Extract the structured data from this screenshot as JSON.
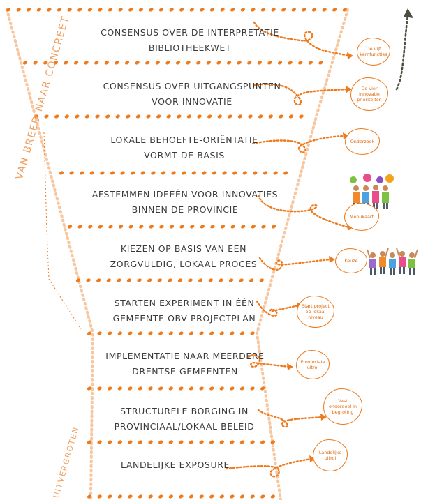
{
  "side_labels": {
    "top": "VAN BREED NAAR CONCREET",
    "bottom": "UITVERGROTEN"
  },
  "colors": {
    "accent": "#ee7a1c",
    "funnel_edge": "#f6c7a0",
    "dark_arrow": "#4a5040",
    "text": "#3a3a3a"
  },
  "steps": [
    {
      "line1": "CONSENSUS OVER DE INTERPRETATIE",
      "line2": "BIBLIOTHEEKWET"
    },
    {
      "line1": "CONSENSUS OVER UITGANGSPUNTEN",
      "line2": "VOOR INNOVATIE"
    },
    {
      "line1": "LOKALE BEHOEFTE-ORIËNTATIE",
      "line2": "VORMT DE BASIS"
    },
    {
      "line1": "AFSTEMMEN IDEEËN VOOR INNOVATIES",
      "line2": "BINNEN DE PROVINCIE"
    },
    {
      "line1": "KIEZEN OP BASIS VAN EEN",
      "line2": "ZORGVULDIG, LOKAAL PROCES"
    },
    {
      "line1": "STARTEN EXPERIMENT IN ÉÉN",
      "line2": "GEMEENTE OBV PROJECTPLAN"
    },
    {
      "line1": "IMPLEMENTATIE NAAR MEERDERE",
      "line2": "DRENTSE GEMEENTEN"
    },
    {
      "line1": "STRUCTURELE BORGING IN",
      "line2": "PROVINCIAAL/LOKAAL BELEID"
    },
    {
      "line1": "LANDELIJKE EXPOSURE",
      "line2": ""
    }
  ],
  "bubbles": [
    {
      "lines": [
        "De vijf",
        "kernfuncties"
      ]
    },
    {
      "lines": [
        "De vier",
        "innovatie",
        "prioriteiten"
      ]
    },
    {
      "lines": [
        "Onderzoek"
      ]
    },
    {
      "lines": [
        "Menukaart"
      ]
    },
    {
      "lines": [
        "Keuze"
      ]
    },
    {
      "lines": [
        "Start project",
        "op lokaal",
        "niveau"
      ]
    },
    {
      "lines": [
        "Provinciale",
        "uitrol"
      ]
    },
    {
      "lines": [
        "Vast",
        "onderdeel in",
        "begroting"
      ]
    },
    {
      "lines": [
        "Landelijke",
        "uitrol"
      ]
    }
  ]
}
